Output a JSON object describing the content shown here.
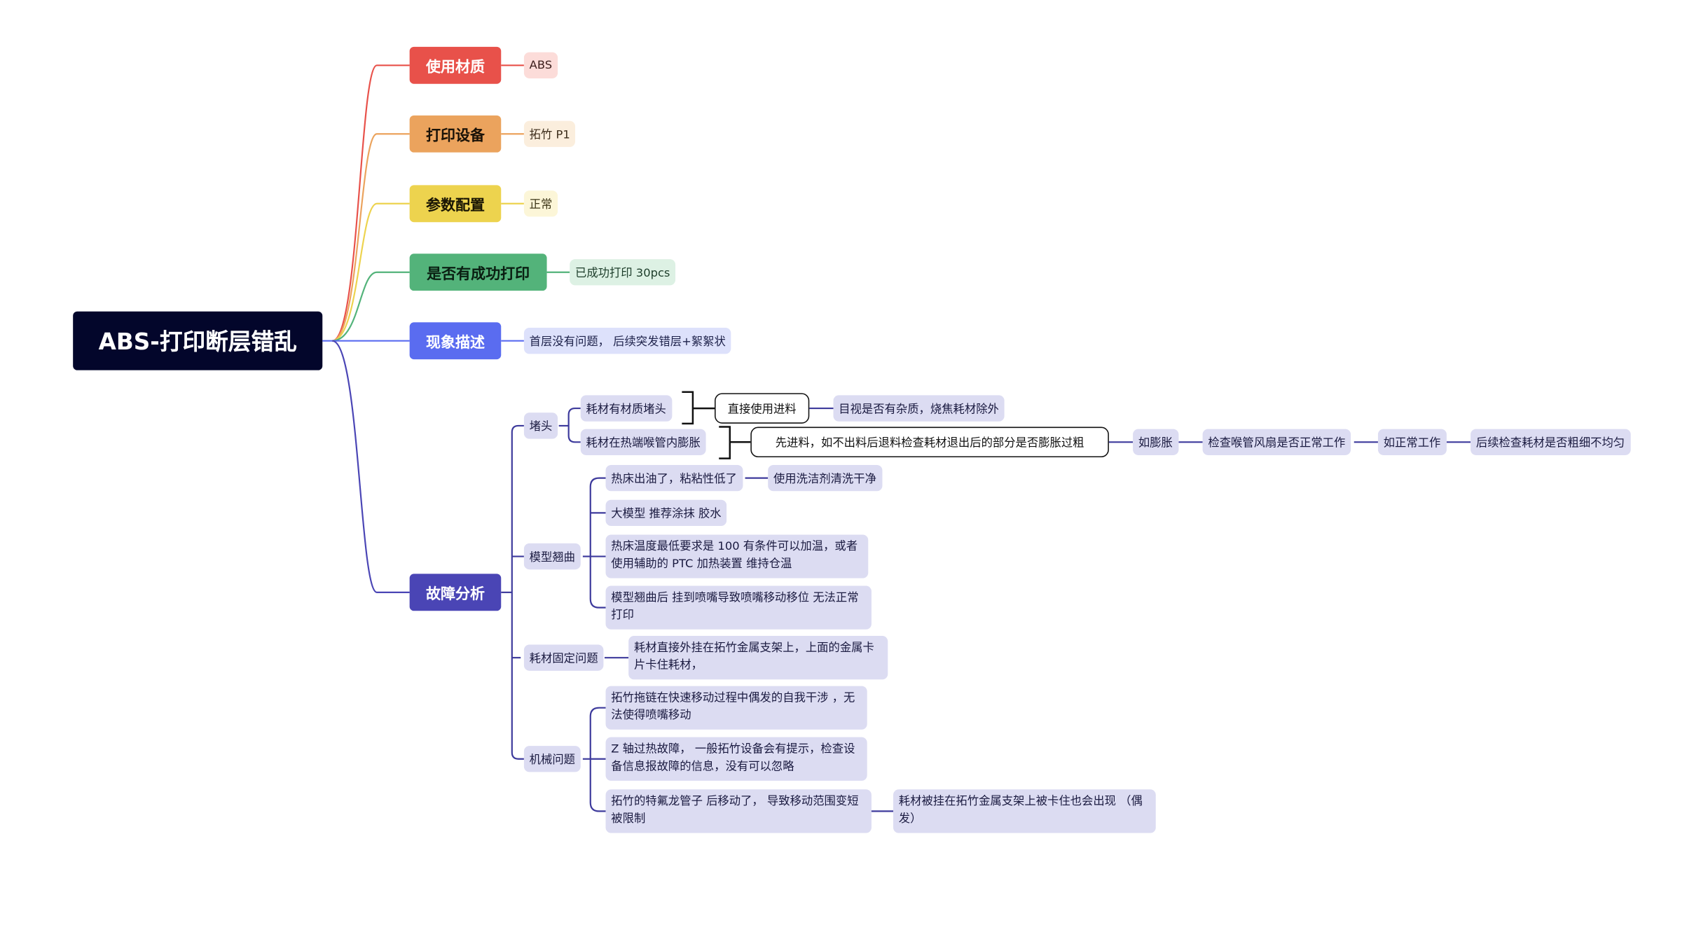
{
  "root": {
    "title": "ABS-打印断层错乱"
  },
  "topics": [
    {
      "label": "使用材质",
      "value": "ABS",
      "color": "#e8514a",
      "text_color": "#ffffff",
      "tag_bg": "#fcdcd9",
      "tag_text": "#3a1d1b"
    },
    {
      "label": "打印设备",
      "value": "拓竹 P1",
      "color": "#eba35d",
      "text_color": "#1a1208",
      "tag_bg": "#fbeedd",
      "tag_text": "#3b2c1a"
    },
    {
      "label": "参数配置",
      "value": "正常",
      "color": "#edd34e",
      "text_color": "#1a1604",
      "tag_bg": "#fcf6d8",
      "tag_text": "#3b3516"
    },
    {
      "label": "是否有成功打印",
      "value": "已成功打印 30pcs",
      "color": "#53b37a",
      "text_color": "#0a1f12",
      "tag_bg": "#ddf1e4",
      "tag_text": "#1d3d2a"
    },
    {
      "label": "现象描述",
      "value": "首层没有问题， 后续突发错层+絮絮状",
      "color": "#5a6cf0",
      "text_color": "#ffffff",
      "tag_bg": "#dde1fb",
      "tag_text": "#1d214a"
    },
    {
      "label": "故障分析",
      "color": "#4a45b5",
      "text_color": "#ffffff"
    }
  ],
  "analysis": {
    "clog": {
      "label": "堵头",
      "items": [
        {
          "label": "耗材有材质堵头",
          "step": "直接使用进料",
          "result": "目视是否有杂质，烧焦耗材除外"
        },
        {
          "label": "耗材在热端喉管内膨胀",
          "step": "先进料，如不出料后退料检查耗材退出后的部分是否膨胀过粗",
          "chain": [
            "如膨胀",
            "检查喉管风扇是否正常工作",
            "如正常工作",
            "后续检查耗材是否粗细不均匀"
          ]
        }
      ]
    },
    "warp": {
      "label": "模型翘曲",
      "items": [
        {
          "label": "热床出油了，粘粘性低了",
          "fix": "使用洗洁剂清洗干净"
        },
        {
          "label": "大模型 推荐涂抹 胶水"
        },
        {
          "label": "热床温度最低要求是 100 有条件可以加温，或者使用辅助的 PTC 加热装置 维持仓温"
        },
        {
          "label": "模型翘曲后 挂到喷嘴导致喷嘴移动移位 无法正常打印"
        }
      ]
    },
    "fixing": {
      "label": "耗材固定问题",
      "items": [
        {
          "label": "耗材直接外挂在拓竹金属支架上，上面的金属卡片卡住耗材，"
        }
      ]
    },
    "mech": {
      "label": "机械问题",
      "items": [
        {
          "label": "拓竹拖链在快速移动过程中偶发的自我干涉 ，无法使得喷嘴移动"
        },
        {
          "label": "Z 轴过热故障， 一般拓竹设备会有提示，检查设备信息报故障的信息，没有可以忽略"
        },
        {
          "label": "拓竹的特氟龙管子 后移动了， 导致移动范围变短被限制",
          "note": "耗材被挂在拓竹金属支架上被卡住也会出现 （偶发）"
        }
      ]
    }
  }
}
